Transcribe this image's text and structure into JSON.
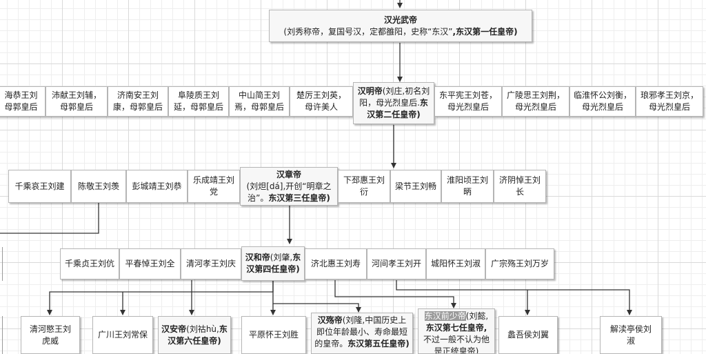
{
  "root": {
    "title": "汉光武帝",
    "line2a": "(刘秀称帝，复国号汉，定都雒阳，史称“东汉”",
    "line2b": ",东汉第一任皇帝)"
  },
  "gen2": [
    {
      "line1": "海恭王刘",
      "line2": "母郭皇后"
    },
    {
      "line1": "沛献王刘辅，",
      "line2": "母郭皇后"
    },
    {
      "line1": "济南安王刘",
      "line2": "康，母郭皇后"
    },
    {
      "line1": "阜陵质王刘",
      "line2": "延，母郭皇后"
    },
    {
      "line1": "中山简王刘",
      "line2": "焉，母郭皇后"
    },
    {
      "line1": "楚厉王刘英，",
      "line2": "母许美人"
    },
    {
      "line1": "东平宪王刘苍，",
      "line2": "母光烈皇后"
    },
    {
      "line1": "广陵思王刘荆，",
      "line2": "母光烈皇后"
    },
    {
      "line1": "临淮怀公刘衡，",
      "line2": "母光烈皇后"
    },
    {
      "line1": "琅邪孝王刘京，",
      "line2": "母光烈皇后"
    }
  ],
  "mingdi": {
    "a": "汉明帝",
    "b": "(刘庄,初名刘",
    "c": "阳，母光烈皇后.",
    "d": "东",
    "e": "汉第二任皇帝)"
  },
  "gen3": [
    {
      "line1": "千乘哀王刘建",
      "line2": ""
    },
    {
      "line1": "陈敬王刘羡",
      "line2": ""
    },
    {
      "line1": "彭城靖王刘恭",
      "line2": ""
    },
    {
      "line1": "乐成靖王刘",
      "line2": "党"
    },
    {
      "line1": "下邳惠王刘",
      "line2": "衍"
    },
    {
      "line1": "梁节王刘畅",
      "line2": ""
    },
    {
      "line1": "淮阳顷王刘",
      "line2": "昞"
    },
    {
      "line1": "济阴悼王刘",
      "line2": "长"
    }
  ],
  "zhangdi": {
    "title": "汉章帝",
    "line2": "(刘炟[dá],开创“明章之",
    "line3a": "治”。",
    "line3b": "东汉第三任皇帝)"
  },
  "gen4": [
    {
      "line1": "千乘贞王刘伉"
    },
    {
      "line1": "平春悼王刘全"
    },
    {
      "line1": "清河孝王刘庆"
    },
    {
      "line1": "济北惠王刘寿"
    },
    {
      "line1": "河间孝王刘开"
    },
    {
      "line1": "城阳怀王刘淑"
    },
    {
      "line1": "广宗殇王刘万岁"
    }
  ],
  "hedi": {
    "a": "汉和帝",
    "b": "(刘肇,",
    "c": "东",
    "d": "汉第四任皇帝)"
  },
  "gen5": [
    {
      "line1": "清河愍王刘",
      "line2": "虎威"
    },
    {
      "line1": "广川王刘常保",
      "line2": ""
    },
    {
      "line1": "平原怀王刘胜",
      "line2": ""
    },
    {
      "line1": "蠡吾侯刘翼",
      "line2": ""
    },
    {
      "line1": "解渎亭侯刘",
      "line2": "淑"
    }
  ],
  "andi": {
    "a": "汉安帝",
    "b": "(刘祜hù,",
    "c": "东",
    "d": "汉第六任皇帝)"
  },
  "shangdi": {
    "a": "汉殇帝",
    "b": "(刘隆,中国历史上",
    "c": "即位年龄最小、寿命最短",
    "d": "的皇帝。",
    "e": "东汉第五任皇帝)"
  },
  "shaodi": {
    "a": "东汉前少帝",
    "b": "(刘懿,",
    "c": "东汉第七任皇帝,",
    "d": "不过一般不认为他",
    "e": "是正统皇帝)"
  }
}
